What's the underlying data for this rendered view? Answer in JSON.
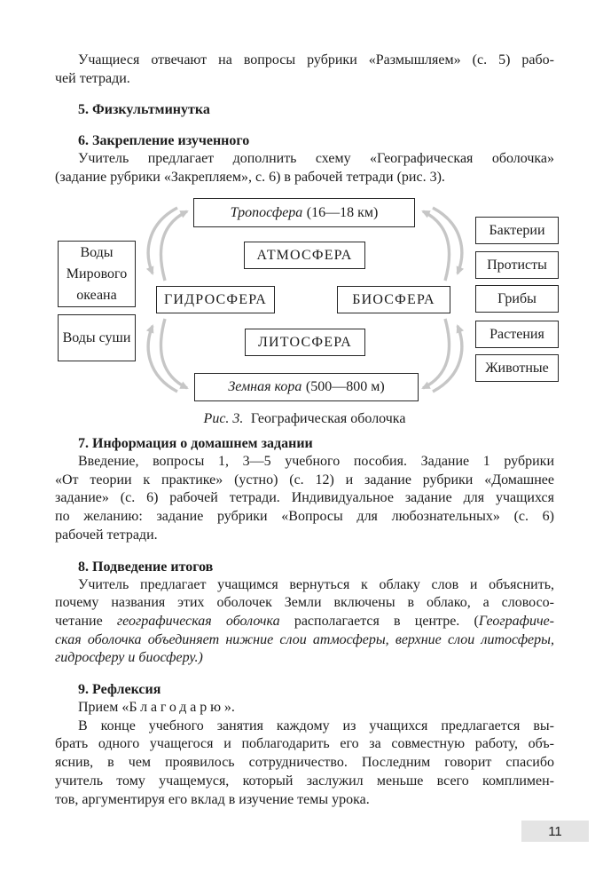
{
  "colors": {
    "arrow": "#c6c6c6",
    "box_border": "#262626",
    "footer_bg": "#e4e4e4"
  },
  "body": {
    "p1": {
      "l1": "Учащиеся отвечают на вопросы рубрики «Размышляем» (с. 5) рабо-",
      "l2": "чей тетради."
    },
    "h5": "5. Физкультминутка",
    "h6": "6. Закрепление изученного",
    "p6": {
      "l1": "Учитель предлагает дополнить схему «Географическая оболочка»",
      "l2": "(задание рубрики «Закрепляем», с. 6) в рабочей тетради (рис. 3)."
    },
    "h7": "7. Информация о домашнем задании",
    "p7": {
      "l1": "Введение, вопросы 1, 3—5 учебного пособия. Задание 1 рубрики",
      "l2": "«От теории к практике» (устно) (с. 12) и задание рубрики «Домашнее",
      "l3": "задание» (с. 6) рабочей тетради. Индивидуальное задание для учащихся",
      "l4": "по желанию: задание рубрики «Вопросы для любознательных» (с. 6)",
      "l5": "рабочей тетради."
    },
    "h8": "8. Подведение итогов",
    "p8": {
      "l1": "Учитель предлагает учащимся вернуться к облаку слов и объяснить,",
      "l2": "почему названия этих оболочек Земли включены в облако, а словосо-",
      "l3a": "четание ",
      "l3b": "географическая оболочка",
      "l3c": " располагается в центре. (",
      "l3d": "Географиче-",
      "l4": "ская оболочка объединяет нижние слои атмосферы, верхние слои литосферы,",
      "l5": "гидросферу и биосферу.)"
    },
    "h9": "9. Рефлексия",
    "p9a": {
      "pre": "Прием «",
      "spaced": "Благодарю",
      "post": "»."
    },
    "p9b": {
      "l1": "В конце учебного занятия каждому из учащихся предлагается вы-",
      "l2": "брать одного учащегося и поблагодарить его за совместную работу, объ-",
      "l3": "яснив, в чем проявилось сотрудничество. Последним говорит спасибо",
      "l4": "учитель тому учащемуся, который заслужил меньше всего комплимен-",
      "l5": "тов, аргументируя его вклад в изучение темы урока."
    }
  },
  "figure": {
    "caption": {
      "label": "Рис. 3.",
      "text": "Географическая оболочка"
    },
    "troposphere": {
      "name": "Тропосфера",
      "range": "(16—18 км)"
    },
    "atmosphere": "АТМОСФЕРА",
    "hydrosphere": "ГИДРОСФЕРА",
    "biosphere": "БИОСФЕРА",
    "lithosphere": "ЛИТОСФЕРА",
    "crust": {
      "name": "Земная кора",
      "range": "(500—800 м)"
    },
    "left_boxes": [
      "Воды Мирового океана",
      "Воды суши"
    ],
    "right_boxes": [
      "Бактерии",
      "Протисты",
      "Грибы",
      "Растения",
      "Животные"
    ]
  },
  "footer": {
    "page_number": "11"
  }
}
